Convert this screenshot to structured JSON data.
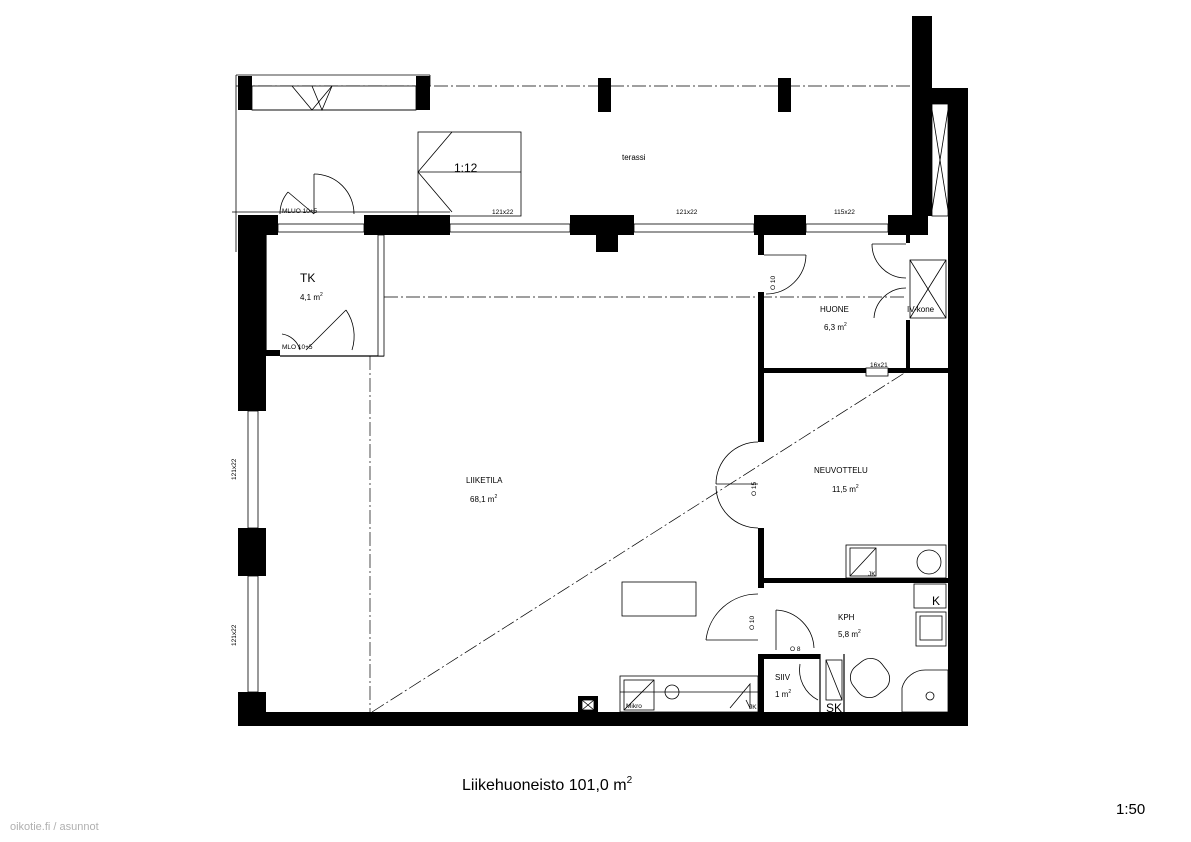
{
  "plan": {
    "title_main": "Liikehuoneisto 101,0 m",
    "title_sup": "2",
    "scale": "1:50",
    "watermark": "oikotie.fi / asunnot",
    "ramp_label": "1:12"
  },
  "rooms": {
    "terassi": "terassi",
    "tk_name": "TK",
    "tk_area": "4,1 m",
    "huone_name": "HUONE",
    "huone_area": "6,3 m",
    "ivkone": "IV-kone",
    "liiketila_name": "LIIKETILA",
    "liiketila_area": "68,1 m",
    "neuvottelu_name": "NEUVOTTELU",
    "neuvottelu_area": "11,5 m",
    "kph_name": "KPH",
    "kph_area": "5,8 m",
    "siiv_name": "SIIV",
    "siiv_area": "1 m",
    "sk": "SK",
    "k": "K",
    "sup2": "2"
  },
  "labels": {
    "door_mluo_top": "MLUO 10+5",
    "door_mlo_tk": "MLO 10+5",
    "win_top_1": "121x22",
    "win_top_2": "121x22",
    "win_top_3": "115x22",
    "win_left_1": "121x22",
    "win_left_2": "121x22",
    "win_huone": "16x21",
    "door_huone": "O 10",
    "door_neuv": "O 15",
    "door_kph": "O 10",
    "door_wc": "O 8",
    "mikro": "Mikro",
    "jk": "JK"
  }
}
